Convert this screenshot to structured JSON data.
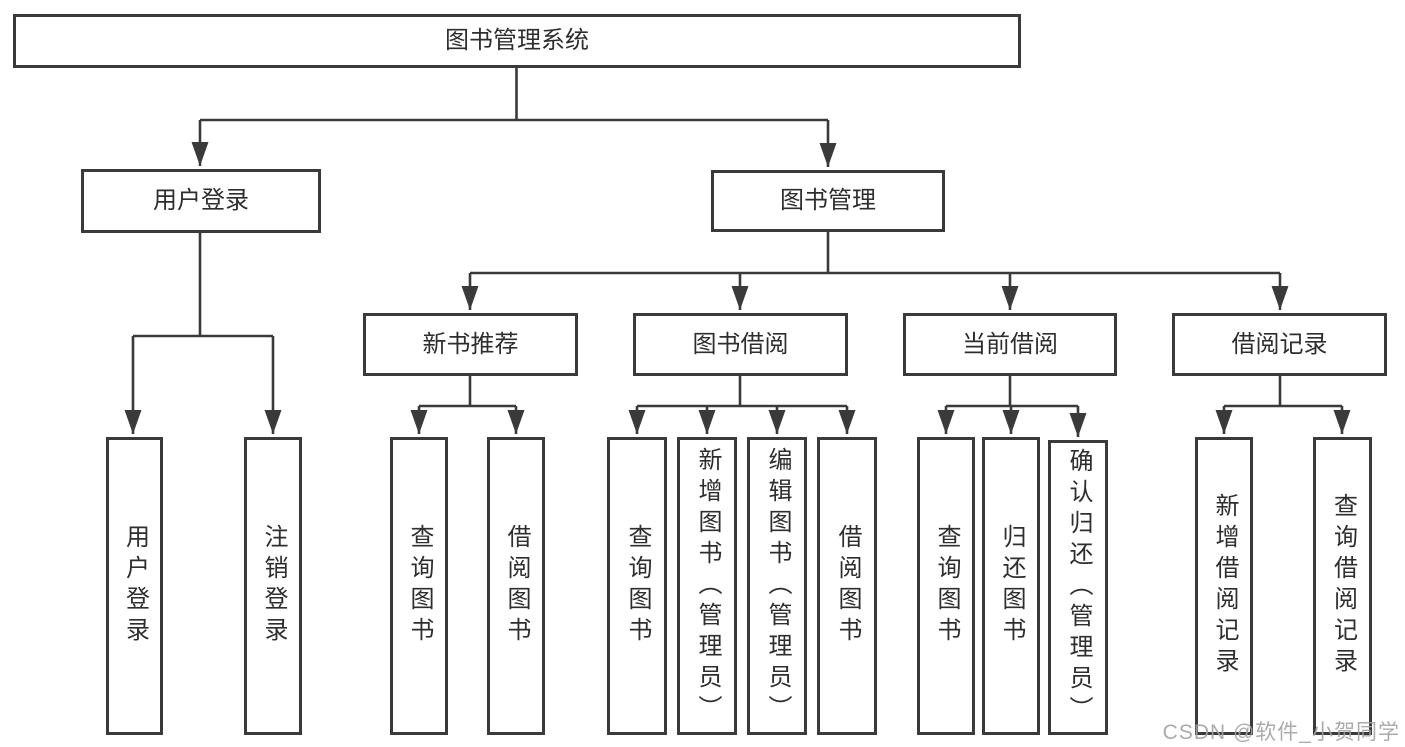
{
  "diagram": {
    "title": "图书管理系统",
    "colors": {
      "line": "#3a3a3a",
      "box_border": "#3a3a3a",
      "text": "#2e2e2e",
      "background": "#ffffff",
      "watermark": "#a3a3a3"
    },
    "nodes": {
      "root": "图书管理系统",
      "l2": [
        "用户登录",
        "图书管理"
      ],
      "l3": [
        "新书推荐",
        "图书借阅",
        "当前借阅",
        "借阅记录"
      ],
      "leaves": {
        "user": [
          "用户登录",
          "注销登录"
        ],
        "recommend": [
          "查询图书",
          "借阅图书"
        ],
        "borrow": [
          "查询图书",
          "新增图书（管理员）",
          "编辑图书（管理员）",
          "借阅图书"
        ],
        "current": [
          "查询图书",
          "归还图书",
          "确认归还（管理员）"
        ],
        "records": [
          "新增借阅记录",
          "查询借阅记录"
        ]
      }
    },
    "watermark": "CSDN @软件_小贺同学"
  }
}
